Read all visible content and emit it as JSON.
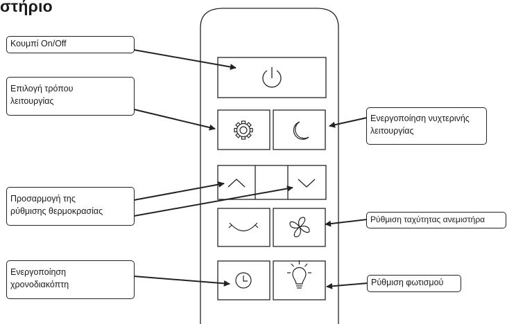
{
  "heading": "στήριο",
  "callouts": {
    "power": "Κουμπί On/Off",
    "mode": [
      "Επιλογή τρόπου",
      "λειτουργίας"
    ],
    "night": [
      "Ενεργοποίηση νυχτερινής",
      "λειτουργίας"
    ],
    "temperature": [
      "Προσαρμογή της",
      "ρύθμισης θερμοκρασίας"
    ],
    "fan_speed": "Ρύθμιση ταχύτητας ανεμιστήρα",
    "timer": [
      "Ενεργοποίηση",
      "χρονοδιακόπτη"
    ],
    "light": "Ρύθμιση φωτισμού"
  },
  "icons": {
    "power": "power-icon",
    "mode": "gear-icon",
    "night": "moon-icon",
    "temp_up": "chevron-up-icon",
    "temp_down": "chevron-down-icon",
    "swing": "swing-arrows-icon",
    "fan": "fan-icon",
    "timer": "clock-icon",
    "light": "light-bulb-icon"
  },
  "colors": {
    "line": "#222222",
    "background": "#ffffff"
  }
}
